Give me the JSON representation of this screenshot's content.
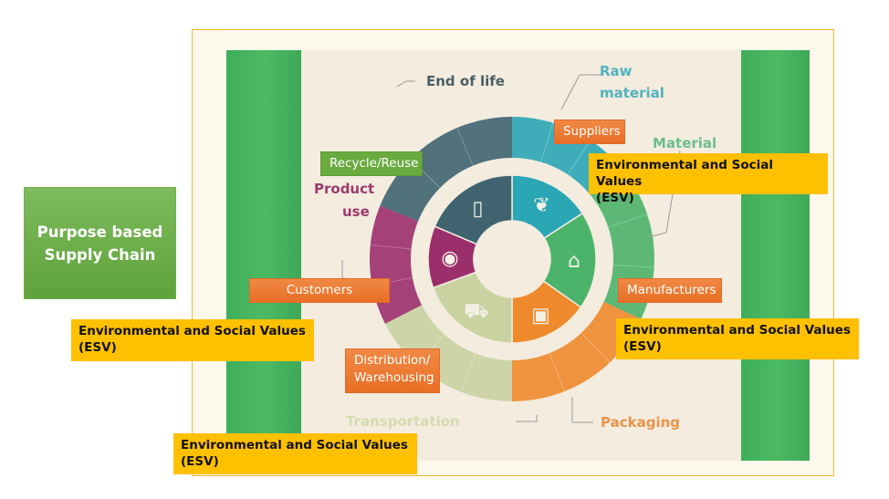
{
  "title": "Purpose based Supply Chain",
  "title_lines": [
    "Purpose based",
    "Supply Chain"
  ],
  "wheel": {
    "stages": [
      {
        "id": "raw-material",
        "lines": [
          "Raw",
          "material"
        ],
        "color": "#2aa6b5",
        "icon": "wheat-icon"
      },
      {
        "id": "material",
        "lines": [
          "Material"
        ],
        "color": "#4cb36a",
        "icon": "factory-icon"
      },
      {
        "id": "packaging",
        "lines": [
          "Packaging"
        ],
        "color": "#ee8a2c",
        "icon": "box-icon"
      },
      {
        "id": "transportation",
        "lines": [
          "Transportation"
        ],
        "color": "#c9d3a2",
        "icon": "truck-icon"
      },
      {
        "id": "product-use",
        "lines": [
          "Product",
          "use"
        ],
        "color": "#9b2f6c",
        "icon": "plate-cutlery-icon"
      },
      {
        "id": "end-of-life",
        "lines": [
          "End of life"
        ],
        "color": "#3f6470",
        "icon": "trash-bin-icon"
      }
    ]
  },
  "actors": {
    "suppliers": "Suppliers",
    "recycle": "Recycle/Reuse",
    "customers": "Customers",
    "manufacturers": "Manufacturers",
    "distribution_lines": [
      "Distribution/",
      "Warehousing"
    ]
  },
  "esv": {
    "line1": "Environmental and Social Values",
    "line2": "(ESV)"
  },
  "colors": {
    "orange_box": "#e9762d",
    "green_box": "#6aaa3f",
    "esv_box": "#ffc000",
    "side_bar": "#45b45e"
  }
}
